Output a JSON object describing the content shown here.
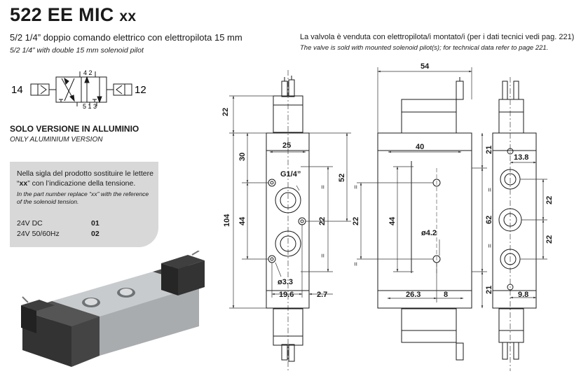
{
  "header": {
    "title_main": "522 EE MIC",
    "title_suffix": "xx",
    "subtitle_it": "5/2 1/4” doppio comando elettrico con elettropilota 15 mm",
    "subtitle_en": "5/2 1/4” with double 15 mm solenoid pilot",
    "note_it": "La valvola è venduta con elettropilota/i montato/i (per i dati tecnici vedi pag. 221).",
    "note_en": "The valve is sold with mounted solenoid pilot(s); for technical data refer to page 221."
  },
  "symbol": {
    "port_14": "14",
    "port_12": "12",
    "ports_top": "4  2",
    "ports_bottom": "5 1 3"
  },
  "version": {
    "it": "SOLO VERSIONE IN ALLUMINIO",
    "en": "ONLY ALUMINIUM VERSION"
  },
  "infobox": {
    "line1_it": "Nella sigla del prodotto sostituire le lettere",
    "line2_a": "“",
    "line2_xx": "xx",
    "line2_b": "” con l’indicazione della tensione.",
    "line1_en": "In the part number replace “xx” with the reference",
    "line2_en": "of the solenoid tension.",
    "options": [
      {
        "label": "24V DC",
        "code": "01"
      },
      {
        "label": "24V 50/60Hz",
        "code": "02"
      }
    ]
  },
  "drawing": {
    "front": {
      "dim_22": "22",
      "dim_30": "30",
      "dim_25": "25",
      "dim_104": "104",
      "dim_44": "44",
      "dim_52": "52",
      "port_label": "G1/4”",
      "dim_22_mid": "22",
      "hole_label": "ø3.3",
      "dim_19_6": "19.6",
      "dim_2_7": "2.7",
      "equal_mark": "="
    },
    "side": {
      "dim_54": "54",
      "dim_40": "40",
      "dim_21_top": "21",
      "dim_22": "22",
      "dim_44": "44",
      "dim_62": "62",
      "hole_label": "ø4.2",
      "dim_26_3": "26.3",
      "dim_8": "8",
      "dim_21_bot": "21",
      "equal_mark": "="
    },
    "end": {
      "dim_13_8": "13.8",
      "dim_22a": "22",
      "dim_22b": "22",
      "dim_9_8": "9.8",
      "equal_mark": "="
    }
  },
  "colors": {
    "ink": "#1a1a1a",
    "dim_line": "#333333",
    "box_bg": "#d8d8d8",
    "body_metal": "#b9bcbf",
    "body_dark": "#3a3a3a"
  }
}
